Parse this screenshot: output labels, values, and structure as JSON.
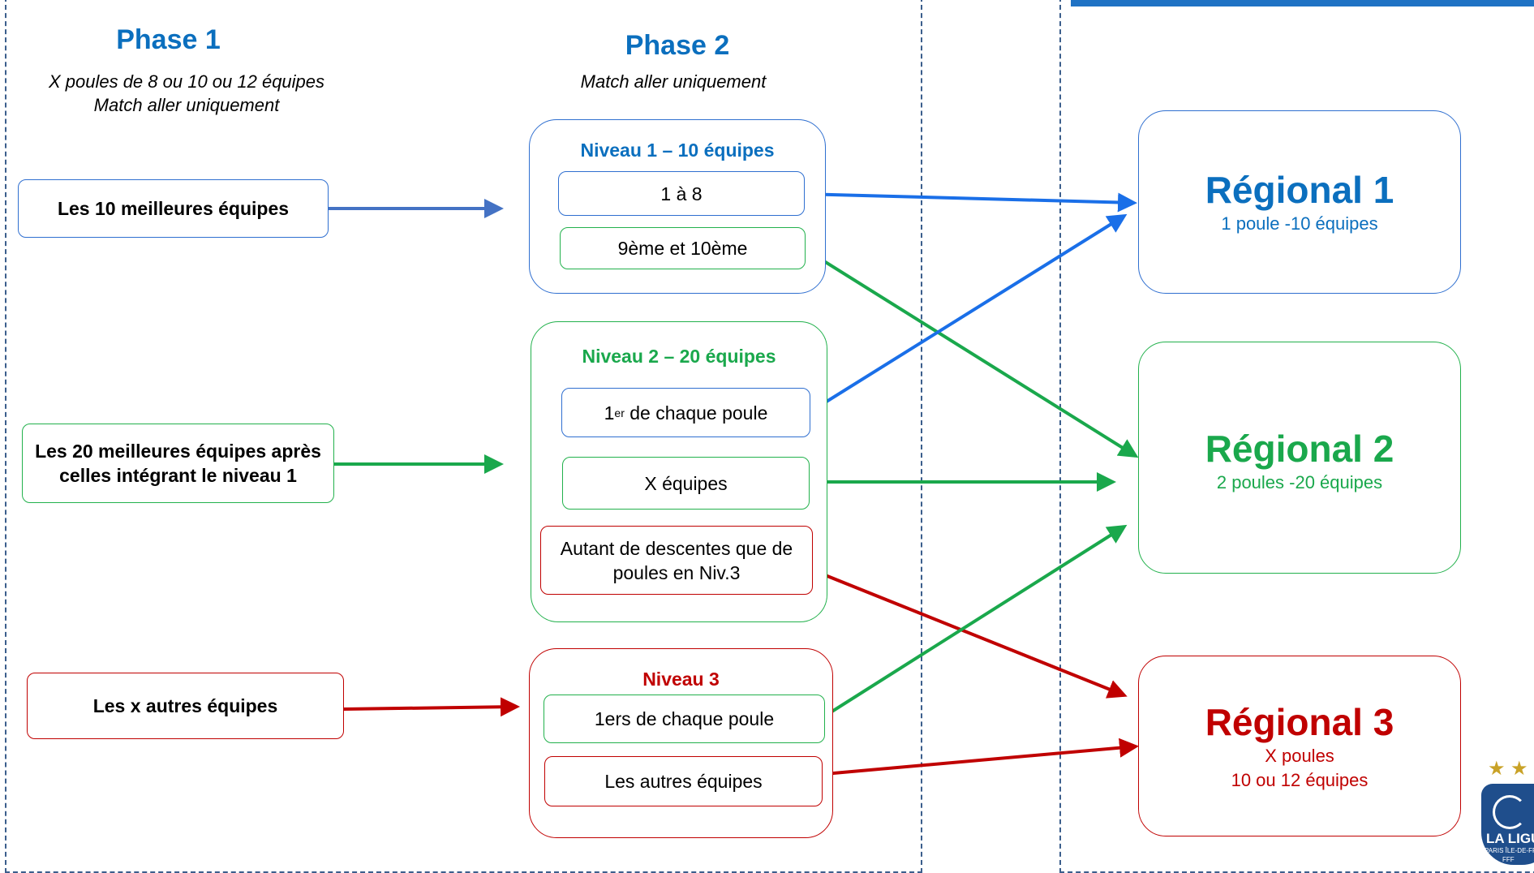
{
  "phase1": {
    "title": "Phase 1",
    "subtitle_line1": "X poules de 8 ou 10 ou 12 équipes",
    "subtitle_line2": "Match aller uniquement",
    "boxes": [
      "Les 10 meilleures équipes",
      "Les 20 meilleures équipes après celles intégrant le niveau 1",
      "Les x autres équipes"
    ]
  },
  "phase2": {
    "title": "Phase 2",
    "subtitle": "Match aller uniquement",
    "niveau1": {
      "title": "Niveau 1 – 10 équipes",
      "items": [
        "1 à 8",
        "9ème et 10ème"
      ]
    },
    "niveau2": {
      "title": "Niveau 2 – 20 équipes",
      "item1_pre": "1",
      "item1_sup": "er",
      "item1_post": " de chaque poule",
      "item2": "X équipes",
      "item3": "Autant de descentes que de poules en Niv.3"
    },
    "niveau3": {
      "title": "Niveau 3",
      "items": [
        "1ers de chaque poule",
        "Les autres équipes"
      ]
    }
  },
  "regional": [
    {
      "title": "Régional 1",
      "sub1": "1 poule -10 équipes",
      "sub2": ""
    },
    {
      "title": "Régional 2",
      "sub1": "2 poules -20 équipes",
      "sub2": ""
    },
    {
      "title": "Régional 3",
      "sub1": "X poules",
      "sub2": "10 ou 12 équipes"
    }
  ],
  "logo": {
    "text": "LA LIGUE",
    "subtext": "PARIS ÎLE-DE-FRANCE",
    "fff": "FFF"
  },
  "colors": {
    "blue": "#0b6fbe",
    "green": "#1aa84c",
    "red": "#c00000",
    "frame": "#3b5e8c"
  }
}
